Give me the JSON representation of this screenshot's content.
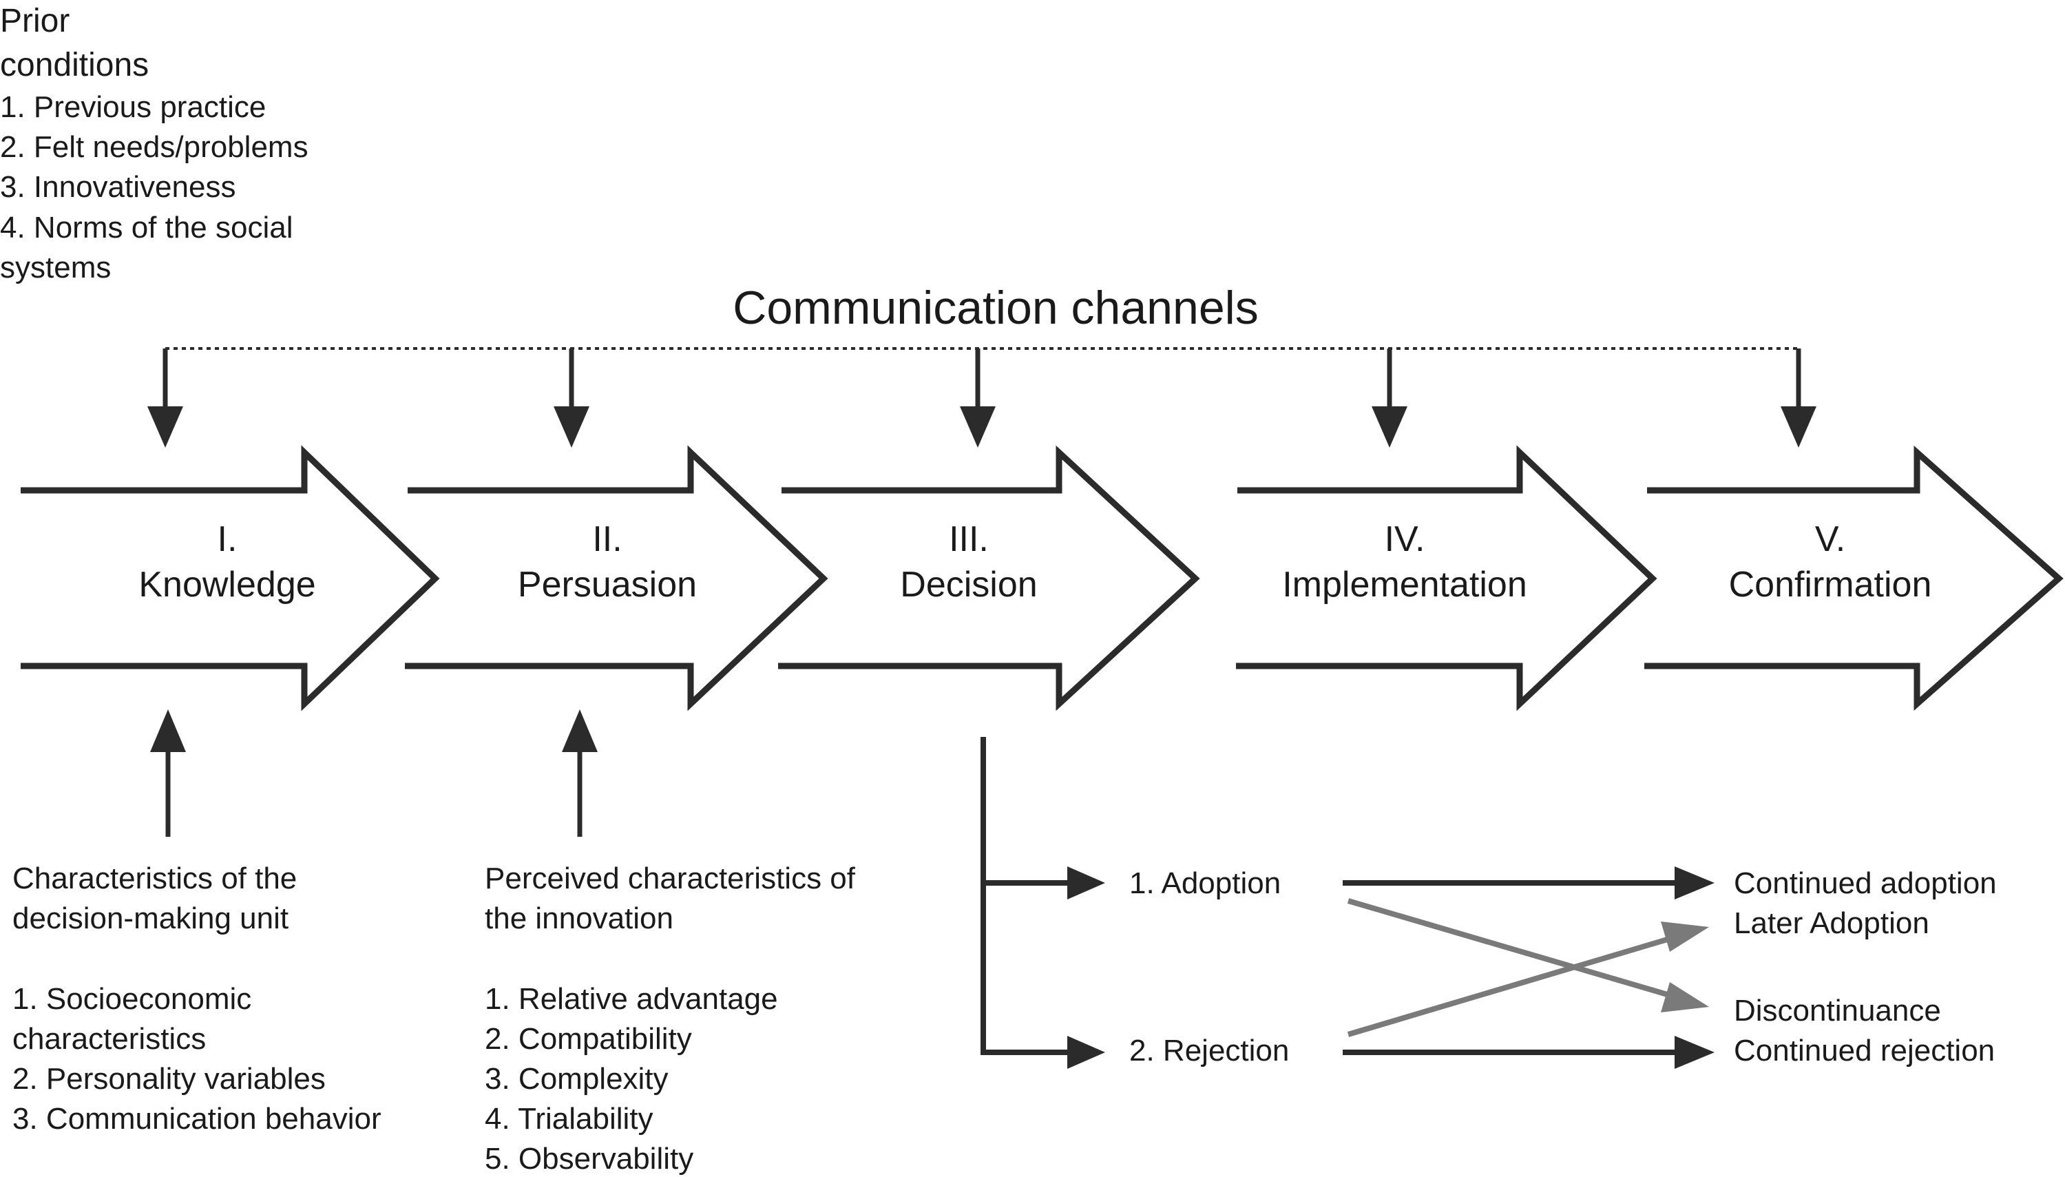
{
  "prior_conditions": {
    "heading_line1": "Prior",
    "heading_line2": "conditions",
    "items": [
      "1. Previous practice",
      "2. Felt needs/problems",
      "3. Innovativeness",
      "4. Norms of the social",
      "systems"
    ]
  },
  "communication_channels": "Communication channels",
  "stages": [
    {
      "numeral": "I.",
      "name": "Knowledge"
    },
    {
      "numeral": "II.",
      "name": "Persuasion"
    },
    {
      "numeral": "III.",
      "name": "Decision"
    },
    {
      "numeral": "IV.",
      "name": "Implementation"
    },
    {
      "numeral": "V.",
      "name": "Confirmation"
    }
  ],
  "decision_unit": {
    "heading": [
      "Characteristics of the",
      "decision-making unit"
    ],
    "items": [
      "1. Socioeconomic",
      "characteristics",
      "2. Personality variables",
      "3. Communication behavior"
    ]
  },
  "innovation": {
    "heading": [
      "Perceived characteristics of",
      "the innovation"
    ],
    "items": [
      "1. Relative advantage",
      "2. Compatibility",
      "3. Complexity",
      "4. Trialability",
      "5. Observability"
    ]
  },
  "decisions": {
    "adoption": "1. Adoption",
    "rejection": "2. Rejection"
  },
  "outcomes": {
    "continued_adoption": "Continued adoption",
    "later_adoption": "Later Adoption",
    "discontinuance": "Discontinuance",
    "continued_rejection": "Continued rejection"
  },
  "colors": {
    "line": "#2b2b2b",
    "cross_arrow": "#7a7a7a",
    "text": "#1a1a1a"
  }
}
